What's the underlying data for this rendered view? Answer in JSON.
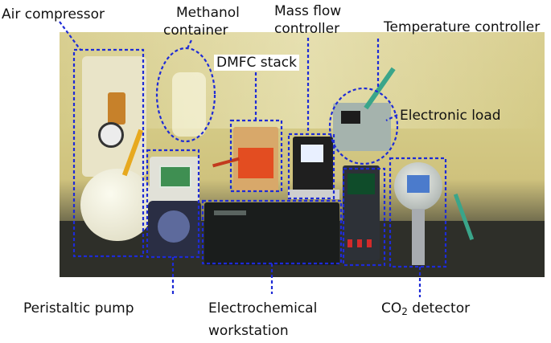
{
  "labels": {
    "air_compressor": "Air compressor",
    "methanol_line1": "Methanol",
    "methanol_line2": "container",
    "massflow_line1": "Mass flow",
    "massflow_line2": "controller",
    "temperature_controller": "Temperature controller",
    "dmfc_stack": "DMFC stack",
    "electronic_load": "Electronic load",
    "peristaltic_pump": "Peristaltic pump",
    "electrochem_line1": "Electrochemical",
    "electrochem_line2": "workstation",
    "co2_prefix": "CO",
    "co2_sub": "2",
    "co2_suffix": " detector"
  },
  "colors": {
    "annotation": "#1e2bd6",
    "text": "#111111"
  }
}
